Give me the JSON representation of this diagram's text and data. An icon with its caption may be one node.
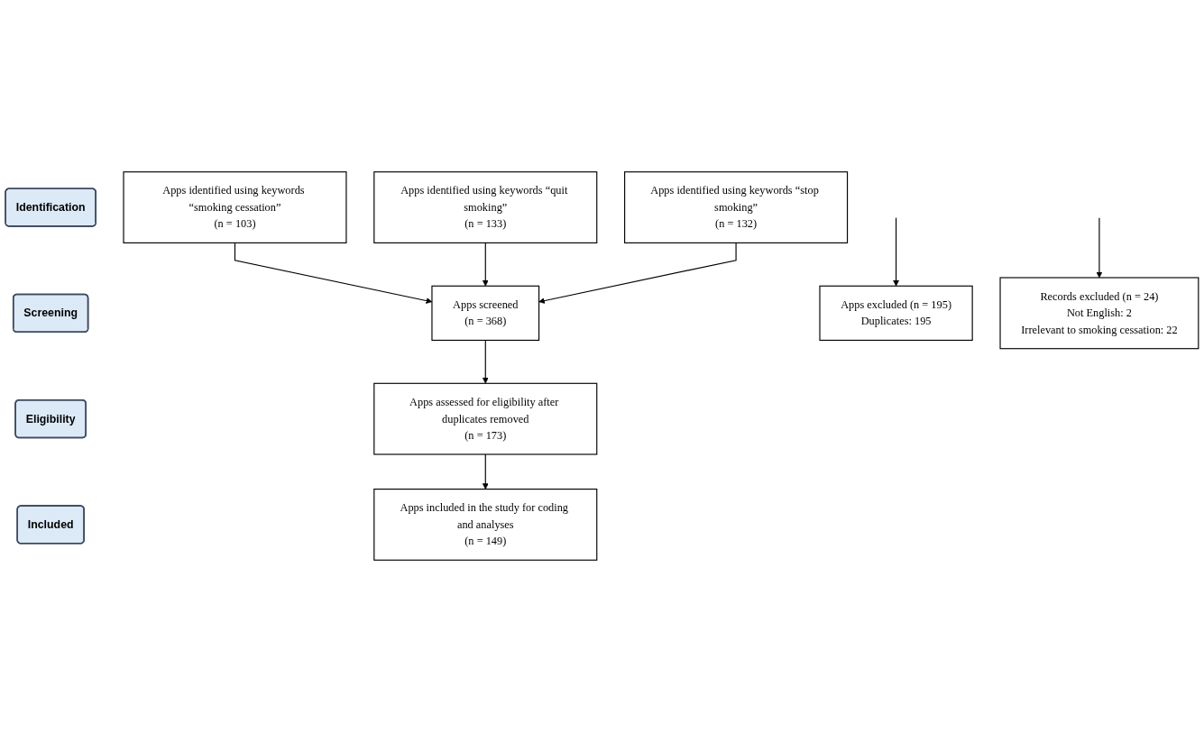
{
  "diagram": {
    "nodes": [
      {
        "text": [
          "Identification"
        ]
      },
      {
        "text": [
          "Screening"
        ]
      },
      {
        "text": [
          "Eligibility"
        ]
      },
      {
        "text": [
          "Included"
        ]
      },
      {
        "text": [
          "Apps identified using keywords “smoking cessation”",
          "(n = 103)"
        ]
      },
      {
        "text": [
          "Apps identified using keywords “quit smoking”",
          "(n = 133)"
        ]
      },
      {
        "text": [
          "Apps identified using keywords “stop smoking”",
          "(n = 132)"
        ]
      },
      {
        "text": [
          "Apps screened",
          "(n = 368)"
        ]
      },
      {
        "text": [
          "Apps excluded (n = 195)",
          "Duplicates: 195"
        ]
      },
      {
        "text": [
          "Apps assessed for eligibility after duplicates removed",
          "(n = 173)"
        ]
      },
      {
        "text": [
          "Records excluded (n = 24)",
          "Not English: 2",
          "Irrelevant to smoking cessation: 22"
        ]
      },
      {
        "text": [
          "Apps included in the study for coding and analyses",
          "(n = 149)"
        ]
      }
    ],
    "edges": [
      {
        "from": 4,
        "to": 7,
        "arrow": "to"
      },
      {
        "from": 5,
        "to": 7,
        "arrow": "to"
      },
      {
        "from": 6,
        "to": 7,
        "arrow": "to"
      },
      {
        "from": 7,
        "to": 9,
        "arrow": "to"
      },
      {
        "from": null,
        "to": 8,
        "arrow": "to"
      },
      {
        "from": 9,
        "to": 11,
        "arrow": "to"
      },
      {
        "from": null,
        "to": 10,
        "arrow": "to"
      }
    ]
  }
}
